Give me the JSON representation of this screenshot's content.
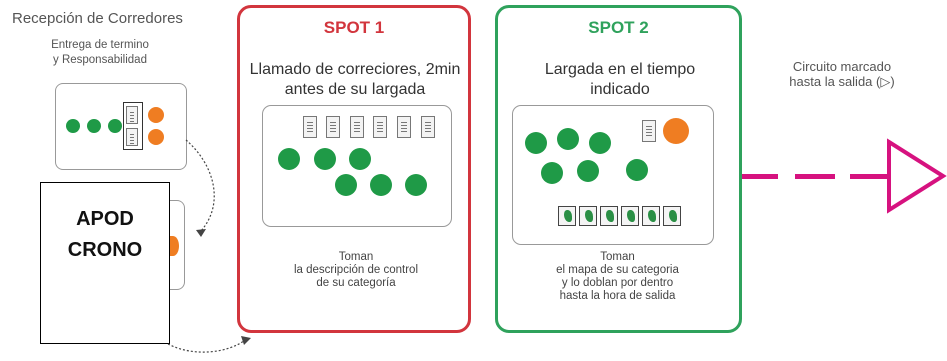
{
  "left": {
    "title": "Recepción de Corredores",
    "subtitle_line1": "Entrega de termino",
    "subtitle_line2": "y Responsabilidad"
  },
  "apod": {
    "line1": "APOD",
    "line2": "CRONO"
  },
  "spot1": {
    "title": "SPOT 1",
    "desc_line1": "Llamado de correciores, 2min",
    "desc_line2": "antes de su largada",
    "note_line1": "Toman",
    "note_line2": "la descripción de control",
    "note_line3": "de su categoría"
  },
  "spot2": {
    "title": "SPOT 2",
    "desc_line1": "Largada en el tiempo",
    "desc_line2": "indicado",
    "note_line1": "Toman",
    "note_line2": "el mapa de su categoria",
    "note_line3": "y lo doblan por dentro",
    "note_line4": "hasta la hora de salida"
  },
  "circuit": {
    "line1": "Circuito marcado",
    "line2": "hasta la salida (▷)"
  },
  "colors": {
    "spot1_red": "#d2353d",
    "spot2_green": "#2fa25c",
    "dot_green": "#1f9a47",
    "dot_orange": "#ef7d22",
    "arrow_magenta": "#d6127f"
  },
  "icons": {
    "ticket": "control-card-icon",
    "map": "map-sheet-icon",
    "arrow": "triangle-arrow-icon"
  }
}
